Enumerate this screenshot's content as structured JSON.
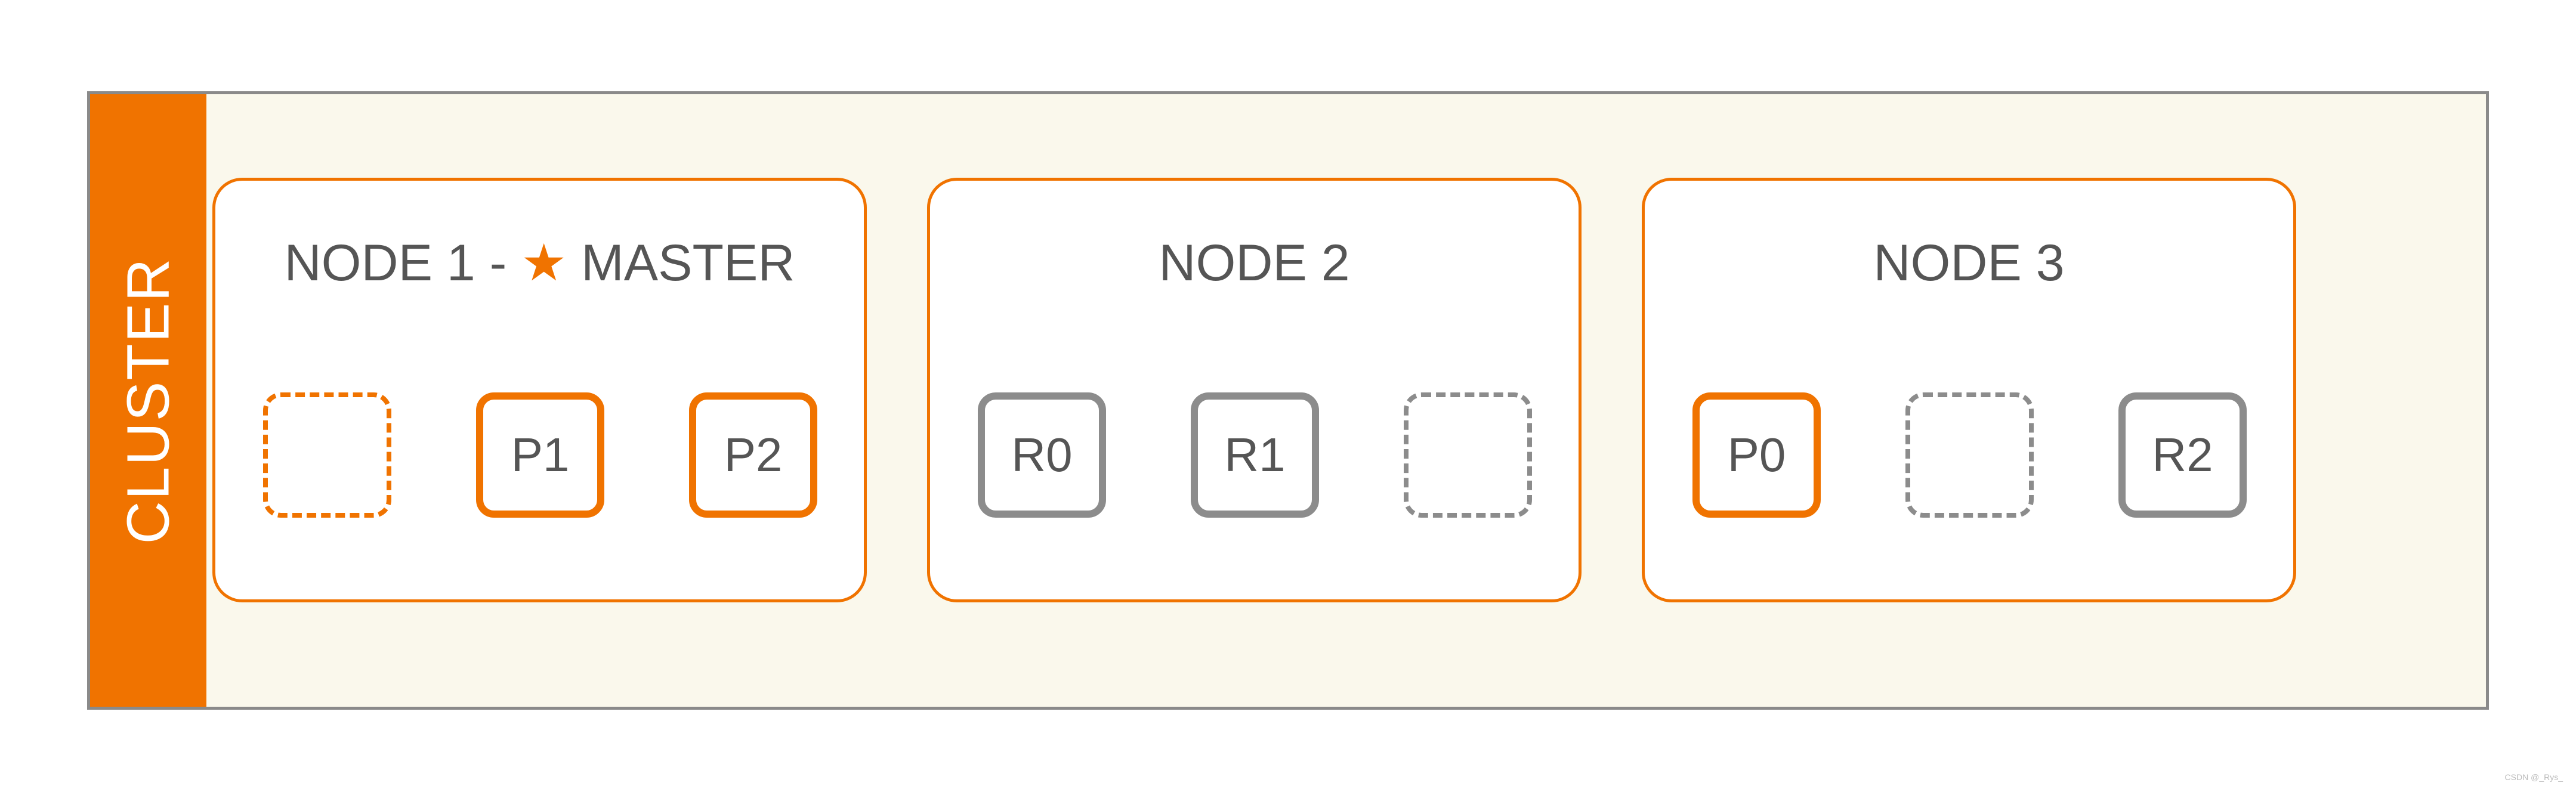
{
  "cluster": {
    "label": "CLUSTER",
    "accent_color": "#f07300",
    "background_color": "#faf8ec"
  },
  "nodes": [
    {
      "title_prefix": "NODE 1 - ",
      "star": "★",
      "title_suffix": " MASTER",
      "shards": [
        {
          "label": "",
          "kind": "empty-primary"
        },
        {
          "label": "P1",
          "kind": "primary"
        },
        {
          "label": "P2",
          "kind": "primary"
        }
      ]
    },
    {
      "title": "NODE 2",
      "shards": [
        {
          "label": "R0",
          "kind": "replica"
        },
        {
          "label": "R1",
          "kind": "replica"
        },
        {
          "label": "",
          "kind": "empty-replica"
        }
      ]
    },
    {
      "title": "NODE 3",
      "shards": [
        {
          "label": "P0",
          "kind": "primary"
        },
        {
          "label": "",
          "kind": "empty-replica"
        },
        {
          "label": "R2",
          "kind": "replica"
        }
      ]
    }
  ],
  "colors": {
    "primary": "#f07300",
    "replica": "#8c8c8c",
    "text": "#555555"
  },
  "watermark": "CSDN @_Rys_"
}
